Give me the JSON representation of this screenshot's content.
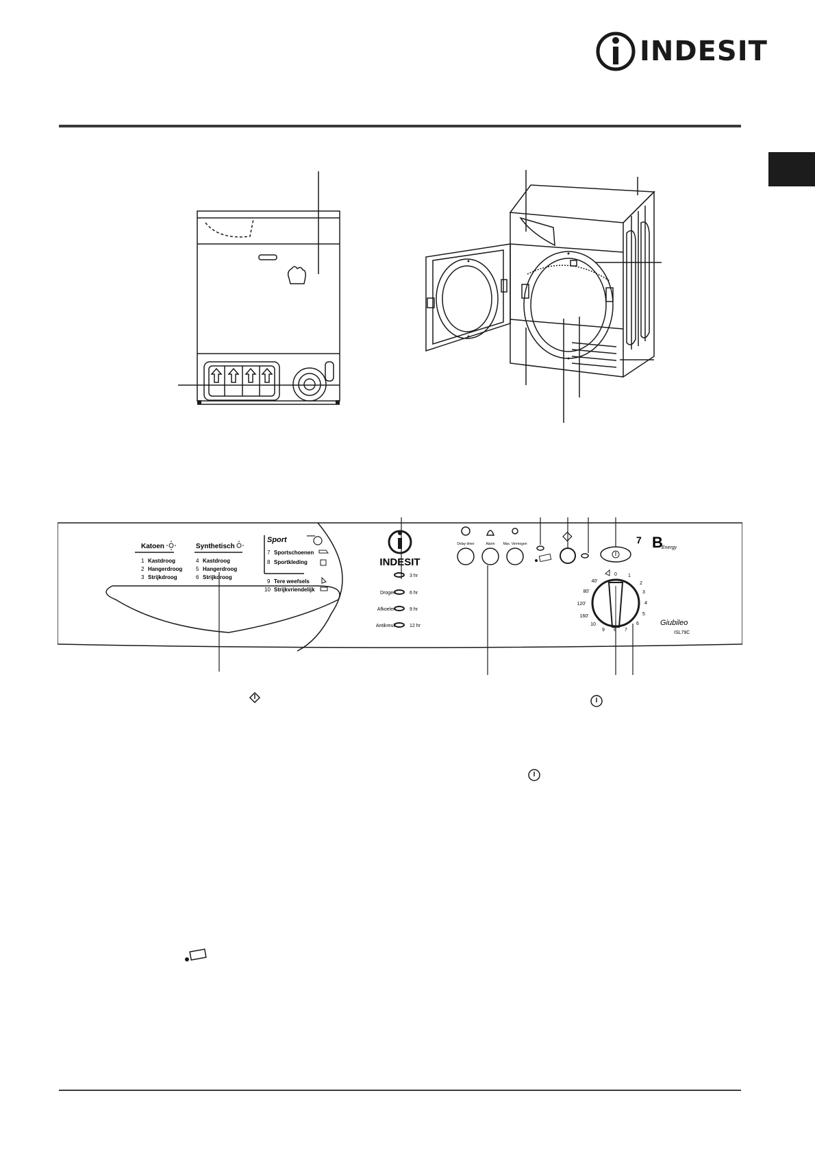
{
  "brand": {
    "name": "INDESIT",
    "icon": "power-i-logo-icon"
  },
  "panel": {
    "programs": {
      "katoen": {
        "title": "Katoen",
        "items": [
          {
            "num": "1",
            "label": "Kastdroog"
          },
          {
            "num": "2",
            "label": "Hangerdroog"
          },
          {
            "num": "3",
            "label": "Strijkdroog"
          }
        ]
      },
      "synthetisch": {
        "title": "Synthetisch",
        "items": [
          {
            "num": "4",
            "label": "Kastdroog"
          },
          {
            "num": "5",
            "label": "Hangerdroog"
          },
          {
            "num": "6",
            "label": "Strijkdroog"
          }
        ]
      },
      "sport": {
        "title": "Sport",
        "items": [
          {
            "num": "7",
            "label": "Sportschoenen"
          },
          {
            "num": "8",
            "label": "Sportkleding"
          },
          {
            "num": "9",
            "label": "Tere weefsels"
          },
          {
            "num": "10",
            "label": "Strijkvriendelijk"
          }
        ]
      }
    },
    "logo": "INDESIT",
    "phase_labels": [
      "",
      "Drogen",
      "Afkoelen",
      "Antikreuk"
    ],
    "time_labels": [
      "3 hr",
      "6 hr",
      "9 hr",
      "12 hr"
    ],
    "buttons": [
      "Delay timer",
      "Alarm",
      "Max. Vermogen"
    ],
    "energy": {
      "number": "7",
      "class": "B",
      "word": "Energy"
    },
    "model": {
      "name": "Giubileo",
      "code": "ISL79C"
    },
    "dial": {
      "numbers": [
        "0",
        "1",
        "2",
        "3",
        "4",
        "5",
        "6",
        "7",
        "8",
        "9",
        "10"
      ],
      "minutes": [
        "40'",
        "80'",
        "120'",
        "160'"
      ]
    }
  },
  "colors": {
    "line": "#1a1a1a",
    "rule": "#3a3a3a",
    "tab": "#1c1c1c"
  }
}
